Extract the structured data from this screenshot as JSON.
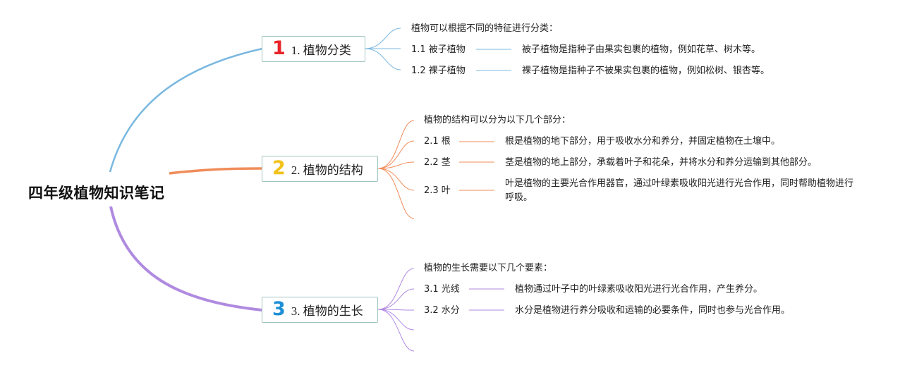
{
  "root": {
    "title": "四年级植物知识笔记"
  },
  "colors": {
    "branch1": "#7ab8e0",
    "branch2": "#f08c5a",
    "branch3": "#b08ae0",
    "num1": "#e8232a",
    "num2": "#f2c21b",
    "num3": "#1e8fd6",
    "box_border": "#9fc5c0"
  },
  "branches": [
    {
      "number": "1",
      "label": "1. 植物分类",
      "intro": "植物可以根据不同的特征进行分类：",
      "items": [
        {
          "label": "1.1 被子植物",
          "desc": "被子植物是指种子由果实包裹的植物，例如花草、树木等。"
        },
        {
          "label": "1.2 裸子植物",
          "desc": "裸子植物是指种子不被果实包裹的植物，例如松树、银杏等。"
        }
      ]
    },
    {
      "number": "2",
      "label": "2. 植物的结构",
      "intro": "植物的结构可以分为以下几个部分：",
      "items": [
        {
          "label": "2.1 根",
          "desc": "根是植物的地下部分，用于吸收水分和养分，并固定植物在土壤中。"
        },
        {
          "label": "2.2 茎",
          "desc": "茎是植物的地上部分，承载着叶子和花朵，并将水分和养分运输到其他部分。"
        },
        {
          "label": "2.3 叶",
          "desc": "叶是植物的主要光合作用器官，通过叶绿素吸收阳光进行光合作用，同时帮助植物进行呼吸。"
        }
      ]
    },
    {
      "number": "3",
      "label": "3. 植物的生长",
      "intro": "植物的生长需要以下几个要素：",
      "items": [
        {
          "label": "3.1 光线",
          "desc": "植物通过叶子中的叶绿素吸收阳光进行光合作用，产生养分。"
        },
        {
          "label": "3.2 水分",
          "desc": "水分是植物进行养分吸收和运输的必要条件，同时也参与光合作用。"
        }
      ]
    }
  ]
}
